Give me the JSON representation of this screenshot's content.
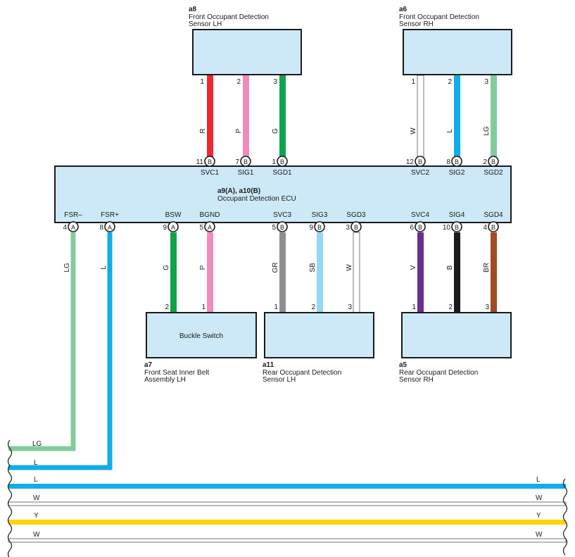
{
  "colors": {
    "R": "#ee2a2f",
    "P": "#f08cbd",
    "G": "#10a44a",
    "W": "#ffffff",
    "L": "#10adec",
    "LG": "#82cc9c",
    "GR": "#8e8e90",
    "SB": "#93d8f6",
    "V": "#6a2d91",
    "B": "#1a1a1a",
    "BR": "#a04a26",
    "Y": "#ffd500",
    "box_fill": "#cde9f7"
  },
  "components": {
    "a8": {
      "id": "a8",
      "line1": "Front Occupant Detection",
      "line2": "Sensor LH"
    },
    "a6": {
      "id": "a6",
      "line1": "Front Occupant Detection",
      "line2": "Sensor RH"
    },
    "ecu": {
      "id": "a9(A), a10(B)",
      "name": "Occupant Detection ECU"
    },
    "a7": {
      "id": "a7",
      "line1": "Front Seat Inner Belt",
      "line2": "Assembly LH",
      "box_label": "Buckle Switch"
    },
    "a11": {
      "id": "a11",
      "line1": "Rear Occupant Detection",
      "line2": "Sensor LH"
    },
    "a5": {
      "id": "a5",
      "line1": "Rear Occupant Detection",
      "line2": "Sensor RH"
    }
  },
  "wires": [
    {
      "key": "a8_1",
      "color": "R",
      "top_pin": "1",
      "ecu_pin": "11",
      "conn": "B",
      "signal": "SVC1"
    },
    {
      "key": "a8_2",
      "color": "P",
      "top_pin": "2",
      "ecu_pin": "7",
      "conn": "B",
      "signal": "SIG1"
    },
    {
      "key": "a8_3",
      "color": "G",
      "top_pin": "3",
      "ecu_pin": "1",
      "conn": "B",
      "signal": "SGD1"
    },
    {
      "key": "a6_1",
      "color": "W",
      "top_pin": "1",
      "ecu_pin": "12",
      "conn": "B",
      "signal": "SVC2"
    },
    {
      "key": "a6_2",
      "color": "L",
      "top_pin": "2",
      "ecu_pin": "8",
      "conn": "B",
      "signal": "SIG2"
    },
    {
      "key": "a6_3",
      "color": "LG",
      "top_pin": "3",
      "ecu_pin": "2",
      "conn": "B",
      "signal": "SGD2"
    },
    {
      "key": "fsr_minus",
      "color": "LG",
      "ecu_pin": "4",
      "conn": "A",
      "signal": "FSR–"
    },
    {
      "key": "fsr_plus",
      "color": "L",
      "ecu_pin": "8",
      "conn": "A",
      "signal": "FSR+"
    },
    {
      "key": "bsw",
      "color": "G",
      "ecu_pin": "9",
      "conn": "A",
      "signal": "BSW",
      "bottom_pin": "2"
    },
    {
      "key": "bgnd",
      "color": "P",
      "ecu_pin": "5",
      "conn": "A",
      "signal": "BGND",
      "bottom_pin": "1"
    },
    {
      "key": "svc3",
      "color": "GR",
      "ecu_pin": "5",
      "conn": "B",
      "signal": "SVC3",
      "bottom_pin": "1"
    },
    {
      "key": "sig3",
      "color": "SB",
      "ecu_pin": "9",
      "conn": "B",
      "signal": "SIG3",
      "bottom_pin": "2"
    },
    {
      "key": "sgd3",
      "color": "W",
      "ecu_pin": "3",
      "conn": "B",
      "signal": "SGD3",
      "bottom_pin": "3"
    },
    {
      "key": "svc4",
      "color": "V",
      "ecu_pin": "6",
      "conn": "B",
      "signal": "SVC4",
      "bottom_pin": "1"
    },
    {
      "key": "sig4",
      "color": "B",
      "ecu_pin": "10",
      "conn": "B",
      "signal": "SIG4",
      "bottom_pin": "2"
    },
    {
      "key": "sgd4",
      "color": "BR",
      "ecu_pin": "4",
      "conn": "B",
      "signal": "SGD4",
      "bottom_pin": "3"
    }
  ],
  "harness": [
    {
      "key": "h_lg",
      "color": "LG",
      "label_left": "LG"
    },
    {
      "key": "h_l",
      "color": "L",
      "label_left": "L"
    },
    {
      "key": "bus_l",
      "color": "L",
      "label_left": "L",
      "label_right": "L"
    },
    {
      "key": "bus_w1",
      "color": "W",
      "label_left": "W",
      "label_right": "W"
    },
    {
      "key": "bus_y",
      "color": "Y",
      "label_left": "Y",
      "label_right": "Y"
    },
    {
      "key": "bus_w2",
      "color": "W",
      "label_left": "W",
      "label_right": "W"
    }
  ]
}
